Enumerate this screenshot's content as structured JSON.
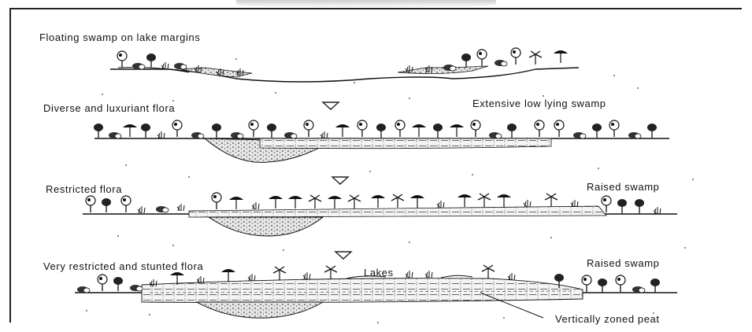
{
  "stages": [
    {
      "caption_left": "Floating swamp on lake margins",
      "caption_right": ""
    },
    {
      "caption_left": "Diverse and luxuriant flora",
      "caption_right": "Extensive low lying swamp"
    },
    {
      "caption_left": "Restricted flora",
      "caption_right": "Raised swamp"
    },
    {
      "caption_left": "Very restricted and stunted flora",
      "caption_right": "Raised swamp",
      "lakes_label": "Lakes",
      "peat_label": "Vertically zoned peat"
    }
  ],
  "colors": {
    "ink": "#111111",
    "peat_fill": "#e8e8e8",
    "background": "#ffffff"
  }
}
